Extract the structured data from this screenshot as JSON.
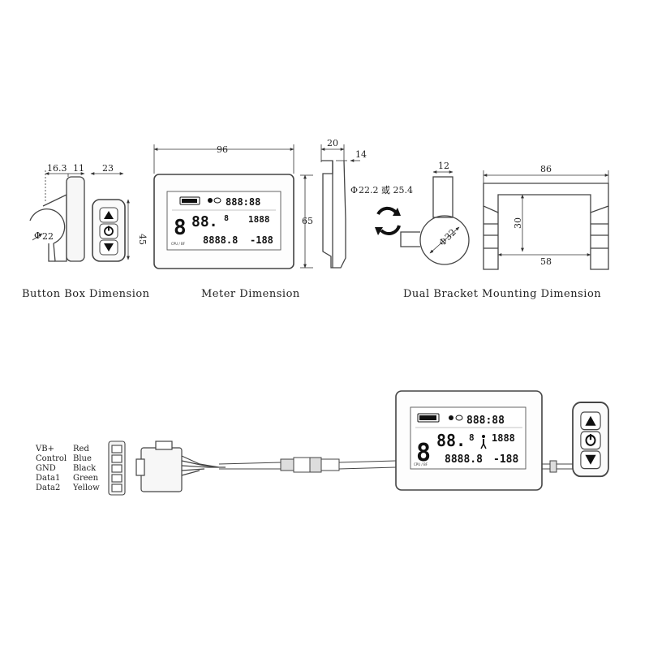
{
  "dimensions": {
    "button_box": [
      "16.3",
      "11",
      "23",
      "45",
      "22"
    ],
    "meter": [
      "96",
      "65",
      "20",
      "14"
    ],
    "tube": "22.2 或 25.4",
    "bracket": [
      "12",
      "32",
      "86",
      "30",
      "58"
    ]
  },
  "diameter_symbol": "Φ",
  "captions": {
    "button_box": "Button Box Dimension",
    "meter": "Meter Dimension",
    "bracket": "Dual Bracket Mounting Dimension"
  },
  "wires": [
    {
      "signal": "VB+",
      "color": "Red"
    },
    {
      "signal": "Control",
      "color": "Blue"
    },
    {
      "signal": "GND",
      "color": "Black"
    },
    {
      "signal": "Data1",
      "color": "Green"
    },
    {
      "signal": "Data2",
      "color": "Yellow"
    }
  ],
  "lcd": {
    "big_digit": "8",
    "speed": "88.",
    "small_digit": "8",
    "top_digits": "888:88",
    "trip_digits": "1888",
    "odo_digits": "8888.8",
    "temp_digits": "-188",
    "mode_label": "CPU / BF"
  },
  "icons": [
    "up-arrow-icon",
    "power-icon",
    "down-arrow-icon",
    "battery-icon",
    "headlight-icon",
    "walk-icon"
  ]
}
